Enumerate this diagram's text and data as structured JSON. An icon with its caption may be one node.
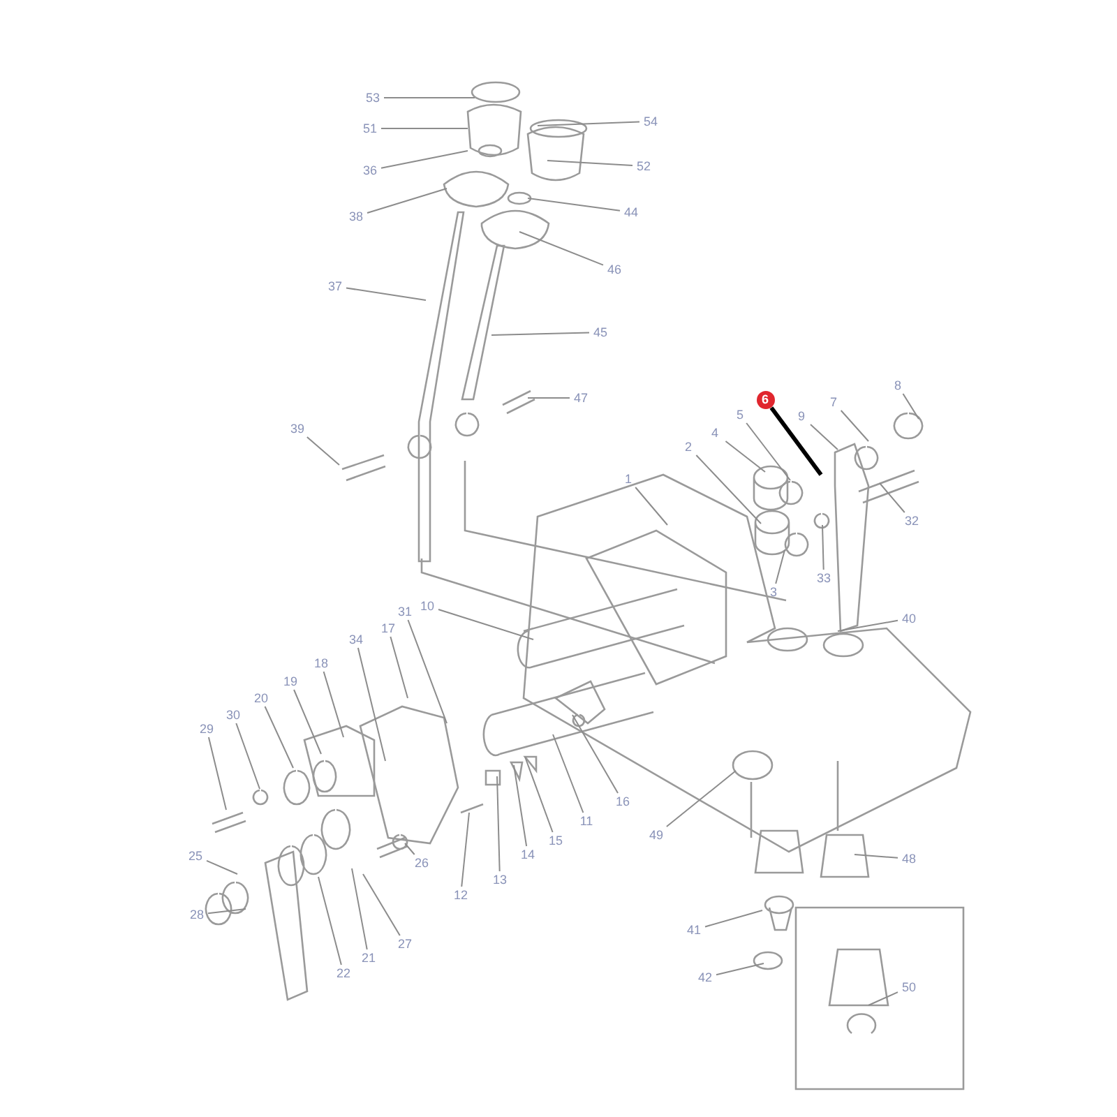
{
  "diagram": {
    "nodes": [
      {
        "text": [
          "53"
        ]
      },
      {
        "text": [
          "51"
        ]
      },
      {
        "text": [
          "54"
        ]
      },
      {
        "text": [
          "36"
        ]
      },
      {
        "text": [
          "52"
        ]
      },
      {
        "text": [
          "38"
        ]
      },
      {
        "text": [
          "44"
        ]
      },
      {
        "text": [
          "46"
        ]
      },
      {
        "text": [
          "37"
        ]
      },
      {
        "text": [
          "45"
        ]
      },
      {
        "text": [
          "47"
        ]
      },
      {
        "text": [
          "39"
        ]
      },
      {
        "text": [
          "8"
        ]
      },
      {
        "text": [
          "6"
        ]
      },
      {
        "text": [
          "9"
        ]
      },
      {
        "text": [
          "7"
        ]
      },
      {
        "text": [
          "5"
        ]
      },
      {
        "text": [
          "4"
        ]
      },
      {
        "text": [
          "2"
        ]
      },
      {
        "text": [
          "1"
        ]
      },
      {
        "text": [
          "32"
        ]
      },
      {
        "text": [
          "33"
        ]
      },
      {
        "text": [
          "3"
        ]
      },
      {
        "text": [
          "31"
        ]
      },
      {
        "text": [
          "10"
        ]
      },
      {
        "text": [
          "40"
        ]
      },
      {
        "text": [
          "34"
        ]
      },
      {
        "text": [
          "17"
        ]
      },
      {
        "text": [
          "18"
        ]
      },
      {
        "text": [
          "19"
        ]
      },
      {
        "text": [
          "20"
        ]
      },
      {
        "text": [
          "30"
        ]
      },
      {
        "text": [
          "29"
        ]
      },
      {
        "text": [
          "16"
        ]
      },
      {
        "text": [
          "11"
        ]
      },
      {
        "text": [
          "15"
        ]
      },
      {
        "text": [
          "14"
        ]
      },
      {
        "text": [
          "13"
        ]
      },
      {
        "text": [
          "12"
        ]
      },
      {
        "text": [
          "49"
        ]
      },
      {
        "text": [
          "48"
        ]
      },
      {
        "text": [
          "25"
        ]
      },
      {
        "text": [
          "26"
        ]
      },
      {
        "text": [
          "28"
        ]
      },
      {
        "text": [
          "27"
        ]
      },
      {
        "text": [
          "21"
        ]
      },
      {
        "text": [
          "22"
        ]
      },
      {
        "text": [
          "41"
        ]
      },
      {
        "text": [
          "42"
        ]
      },
      {
        "text": [
          "50"
        ]
      }
    ],
    "edges": [
      {
        "from": 0,
        "to": null,
        "arrow": "none"
      },
      {
        "from": 1,
        "to": null,
        "arrow": "none"
      },
      {
        "from": 2,
        "to": null,
        "arrow": "none"
      },
      {
        "from": 3,
        "to": null,
        "arrow": "none"
      },
      {
        "from": 4,
        "to": null,
        "arrow": "none"
      },
      {
        "from": 5,
        "to": null,
        "arrow": "none"
      },
      {
        "from": 6,
        "to": null,
        "arrow": "none"
      },
      {
        "from": 7,
        "to": null,
        "arrow": "none"
      },
      {
        "from": 8,
        "to": null,
        "arrow": "none"
      },
      {
        "from": 9,
        "to": null,
        "arrow": "none"
      },
      {
        "from": 10,
        "to": null,
        "arrow": "none"
      },
      {
        "from": 11,
        "to": null,
        "arrow": "none"
      },
      {
        "from": 12,
        "to": null,
        "arrow": "none"
      },
      {
        "from": 13,
        "to": null,
        "arrow": "none",
        "style": "thick",
        "color": "#000000"
      },
      {
        "from": 14,
        "to": null,
        "arrow": "none"
      },
      {
        "from": 15,
        "to": null,
        "arrow": "none"
      },
      {
        "from": 16,
        "to": null,
        "arrow": "none"
      },
      {
        "from": 17,
        "to": null,
        "arrow": "none"
      },
      {
        "from": 18,
        "to": null,
        "arrow": "none"
      },
      {
        "from": 19,
        "to": null,
        "arrow": "none"
      },
      {
        "from": 20,
        "to": null,
        "arrow": "none"
      },
      {
        "from": 21,
        "to": null,
        "arrow": "none"
      },
      {
        "from": 22,
        "to": null,
        "arrow": "none"
      },
      {
        "from": 23,
        "to": null,
        "arrow": "none"
      },
      {
        "from": 24,
        "to": null,
        "arrow": "none"
      },
      {
        "from": 25,
        "to": null,
        "arrow": "none"
      },
      {
        "from": 26,
        "to": null,
        "arrow": "none"
      },
      {
        "from": 27,
        "to": null,
        "arrow": "none"
      },
      {
        "from": 28,
        "to": null,
        "arrow": "none"
      },
      {
        "from": 29,
        "to": null,
        "arrow": "none"
      },
      {
        "from": 30,
        "to": null,
        "arrow": "none"
      },
      {
        "from": 31,
        "to": null,
        "arrow": "none"
      },
      {
        "from": 32,
        "to": null,
        "arrow": "none"
      },
      {
        "from": 33,
        "to": null,
        "arrow": "none"
      },
      {
        "from": 34,
        "to": null,
        "arrow": "none"
      },
      {
        "from": 35,
        "to": null,
        "arrow": "none"
      },
      {
        "from": 36,
        "to": null,
        "arrow": "none"
      },
      {
        "from": 37,
        "to": null,
        "arrow": "none"
      },
      {
        "from": 38,
        "to": null,
        "arrow": "none"
      },
      {
        "from": 39,
        "to": null,
        "arrow": "none"
      },
      {
        "from": 40,
        "to": null,
        "arrow": "none"
      },
      {
        "from": 41,
        "to": null,
        "arrow": "none"
      },
      {
        "from": 42,
        "to": null,
        "arrow": "none"
      },
      {
        "from": 43,
        "to": null,
        "arrow": "none"
      },
      {
        "from": 44,
        "to": null,
        "arrow": "none"
      },
      {
        "from": 45,
        "to": null,
        "arrow": "none"
      },
      {
        "from": 46,
        "to": null,
        "arrow": "none"
      },
      {
        "from": 47,
        "to": null,
        "arrow": "none"
      },
      {
        "from": 48,
        "to": null,
        "arrow": "none"
      },
      {
        "from": 49,
        "to": null,
        "arrow": "none"
      }
    ]
  }
}
